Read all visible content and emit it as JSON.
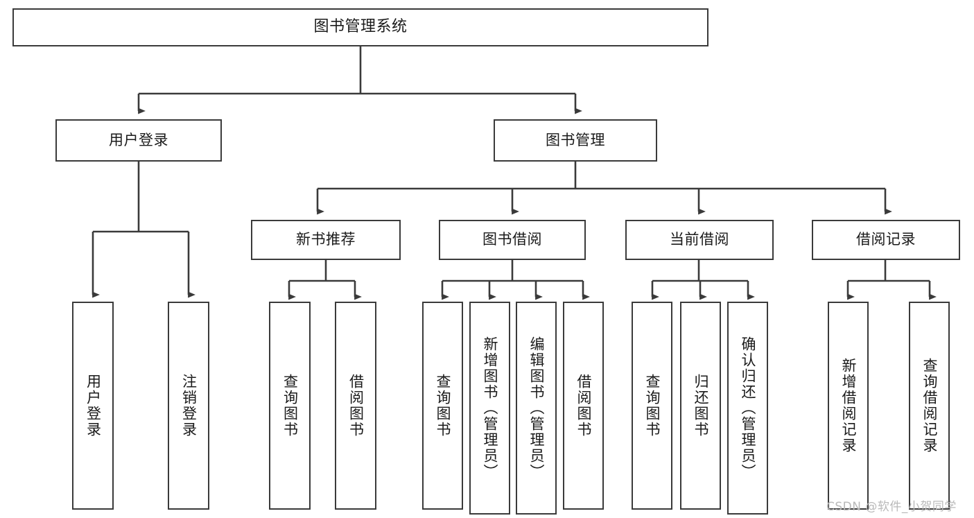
{
  "diagram": {
    "title": "图书管理系统",
    "type": "tree",
    "watermark": "CSDN @软件_小贺同学",
    "colors": {
      "stroke": "#3a3a3a",
      "box_fill": "#ffffff",
      "text": "#1a1a1a",
      "watermark": "#b9b9b9",
      "background": "#ffffff"
    },
    "levels": {
      "root": "图书管理系统",
      "level1": [
        "用户登录",
        "图书管理"
      ],
      "level2": [
        "新书推荐",
        "图书借阅",
        "当前借阅",
        "借阅记录"
      ]
    }
  },
  "nodes": {
    "root": {
      "label": "图书管理系统"
    },
    "level1": [
      {
        "id": "user-login",
        "label": "用户登录"
      },
      {
        "id": "book-management",
        "label": "图书管理"
      }
    ],
    "level2": [
      {
        "id": "new-book-recommend",
        "label": "新书推荐"
      },
      {
        "id": "book-borrow",
        "label": "图书借阅"
      },
      {
        "id": "current-borrow",
        "label": "当前借阅"
      },
      {
        "id": "borrow-record",
        "label": "借阅记录"
      }
    ],
    "leaves": {
      "user_login": [
        {
          "id": "leaf-user-login",
          "label": "用户登录"
        },
        {
          "id": "leaf-logout-login",
          "label": "注销登录"
        }
      ],
      "new_book_recommend": [
        {
          "id": "leaf-query-book-1",
          "label": "查询图书"
        },
        {
          "id": "leaf-borrow-book-1",
          "label": "借阅图书"
        }
      ],
      "book_borrow": [
        {
          "id": "leaf-query-book-2",
          "label": "查询图书"
        },
        {
          "id": "leaf-add-book",
          "label": "新增图书（管理员）"
        },
        {
          "id": "leaf-edit-book",
          "label": "编辑图书（管理员）"
        },
        {
          "id": "leaf-borrow-book-2",
          "label": "借阅图书"
        }
      ],
      "current_borrow": [
        {
          "id": "leaf-query-book-3",
          "label": "查询图书"
        },
        {
          "id": "leaf-return-book",
          "label": "归还图书"
        },
        {
          "id": "leaf-confirm-return",
          "label": "确认归还（管理员）"
        }
      ],
      "borrow_record": [
        {
          "id": "leaf-add-record",
          "label": "新增借阅记录"
        },
        {
          "id": "leaf-query-record",
          "label": "查询借阅记录"
        }
      ]
    }
  }
}
